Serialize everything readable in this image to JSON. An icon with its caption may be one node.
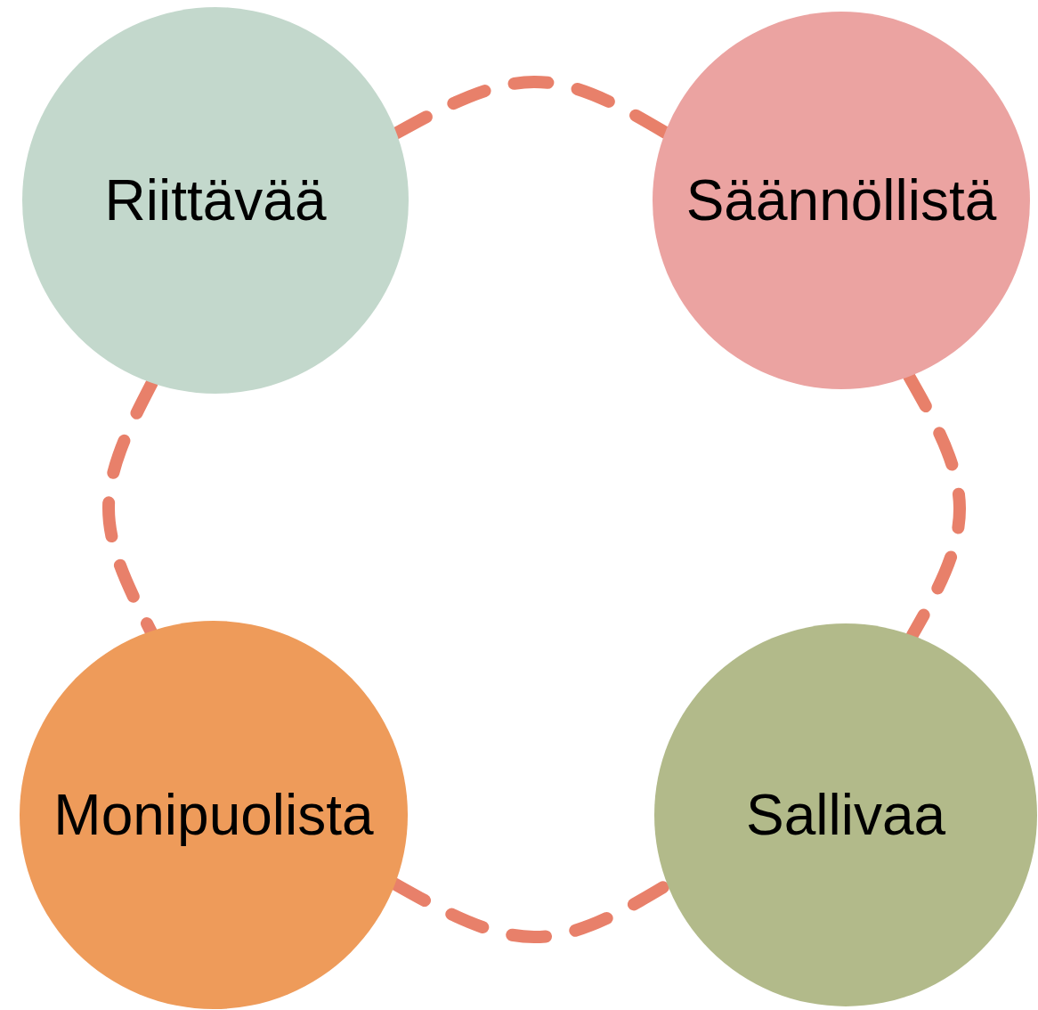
{
  "diagram": {
    "nodes": [
      {
        "text": [
          "Riittävää"
        ]
      },
      {
        "text": [
          "Säännöllistä"
        ]
      },
      {
        "text": [
          "Monipuolista"
        ]
      },
      {
        "text": [
          "Sallivaa"
        ]
      }
    ],
    "edges": [
      {
        "from": 0,
        "to": 1,
        "arrow": "none",
        "style": "dashed",
        "color": "#e8806a"
      },
      {
        "from": 0,
        "to": 2,
        "arrow": "none",
        "style": "dashed",
        "color": "#e8806a"
      },
      {
        "from": 1,
        "to": 3,
        "arrow": "none",
        "style": "dashed",
        "color": "#e8806a"
      },
      {
        "from": 2,
        "to": 3,
        "arrow": "none",
        "style": "dashed",
        "color": "#e8806a"
      }
    ]
  }
}
